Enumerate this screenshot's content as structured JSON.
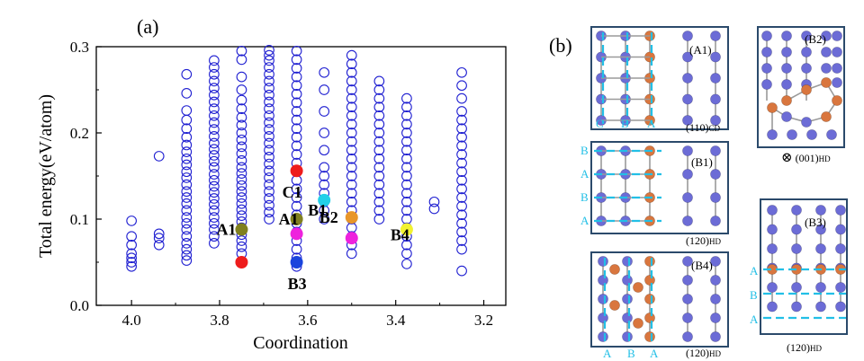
{
  "figure": {
    "panel_a_label": "(a)",
    "panel_b_label": "(b)"
  },
  "chart_data": {
    "type": "scatter",
    "xlabel": "Coordination",
    "ylabel": "Total energy(eV/atom)",
    "x_reversed": true,
    "xlim": [
      3.15,
      4.08
    ],
    "ylim": [
      0.0,
      0.3
    ],
    "x_ticks": [
      "4.0",
      "3.8",
      "3.6",
      "3.4",
      "3.2"
    ],
    "y_ticks": [
      "0.0",
      "0.1",
      "0.2",
      "0.3"
    ],
    "x_tick_values": [
      4.0,
      3.8,
      3.6,
      3.4,
      3.2
    ],
    "y_tick_values": [
      0.0,
      0.1,
      0.2,
      0.3
    ],
    "marker_color": "#1f1fd1",
    "columns": [
      {
        "x": 4.0,
        "y": [
          0.045,
          0.05,
          0.055,
          0.06,
          0.07,
          0.08,
          0.098
        ]
      },
      {
        "x": 3.9375,
        "y": [
          0.07,
          0.078,
          0.083,
          0.173
        ]
      },
      {
        "x": 3.875,
        "y": [
          0.052,
          0.058,
          0.065,
          0.072,
          0.08,
          0.088,
          0.095,
          0.102,
          0.11,
          0.118,
          0.125,
          0.132,
          0.14,
          0.148,
          0.155,
          0.163,
          0.17,
          0.178,
          0.186,
          0.195,
          0.205,
          0.215,
          0.226,
          0.246,
          0.268
        ]
      },
      {
        "x": 3.8125,
        "y": [
          0.072,
          0.08,
          0.088,
          0.095,
          0.102,
          0.11,
          0.117,
          0.124,
          0.131,
          0.138,
          0.145,
          0.152,
          0.16,
          0.167,
          0.174,
          0.181,
          0.188,
          0.196,
          0.204,
          0.212,
          0.22,
          0.228,
          0.236,
          0.244,
          0.252,
          0.26,
          0.268,
          0.276,
          0.284
        ]
      },
      {
        "x": 3.75,
        "y": [
          0.06,
          0.068,
          0.075,
          0.082,
          0.09,
          0.097,
          0.104,
          0.111,
          0.118,
          0.125,
          0.132,
          0.139,
          0.146,
          0.153,
          0.16,
          0.168,
          0.176,
          0.184,
          0.192,
          0.2,
          0.209,
          0.218,
          0.228,
          0.238,
          0.25,
          0.265,
          0.285,
          0.295
        ]
      },
      {
        "x": 3.6875,
        "y": [
          0.1,
          0.108,
          0.116,
          0.124,
          0.132,
          0.14,
          0.148,
          0.156,
          0.164,
          0.172,
          0.18,
          0.188,
          0.196,
          0.204,
          0.212,
          0.22,
          0.228,
          0.236,
          0.244,
          0.252,
          0.26,
          0.268,
          0.276,
          0.284,
          0.29,
          0.296
        ]
      },
      {
        "x": 3.625,
        "y": [
          0.045,
          0.055,
          0.065,
          0.075,
          0.085,
          0.095,
          0.105,
          0.115,
          0.125,
          0.135,
          0.145,
          0.155,
          0.165,
          0.175,
          0.185,
          0.195,
          0.205,
          0.215,
          0.225,
          0.235,
          0.245,
          0.255,
          0.265,
          0.275,
          0.285,
          0.295
        ]
      },
      {
        "x": 3.5625,
        "y": [
          0.1,
          0.11,
          0.12,
          0.13,
          0.14,
          0.15,
          0.16,
          0.18,
          0.2,
          0.225,
          0.25,
          0.27
        ]
      },
      {
        "x": 3.5,
        "y": [
          0.06,
          0.07,
          0.08,
          0.09,
          0.1,
          0.11,
          0.12,
          0.13,
          0.14,
          0.15,
          0.16,
          0.17,
          0.18,
          0.19,
          0.2,
          0.21,
          0.22,
          0.23,
          0.24,
          0.25,
          0.26,
          0.27,
          0.28,
          0.29
        ]
      },
      {
        "x": 3.4375,
        "y": [
          0.1,
          0.11,
          0.12,
          0.13,
          0.14,
          0.15,
          0.16,
          0.17,
          0.18,
          0.19,
          0.2,
          0.21,
          0.22,
          0.23,
          0.24,
          0.25,
          0.26
        ]
      },
      {
        "x": 3.375,
        "y": [
          0.048,
          0.06,
          0.07,
          0.08,
          0.09,
          0.1,
          0.11,
          0.12,
          0.13,
          0.14,
          0.15,
          0.16,
          0.17,
          0.18,
          0.19,
          0.2,
          0.21,
          0.22,
          0.23,
          0.24
        ]
      },
      {
        "x": 3.3125,
        "y": [
          0.112,
          0.12
        ]
      },
      {
        "x": 3.25,
        "y": [
          0.04,
          0.065,
          0.075,
          0.085,
          0.095,
          0.105,
          0.115,
          0.125,
          0.135,
          0.145,
          0.155,
          0.165,
          0.175,
          0.185,
          0.195,
          0.205,
          0.215,
          0.225,
          0.24,
          0.255,
          0.27
        ]
      }
    ],
    "highlights": [
      {
        "label": "C1",
        "x": 3.625,
        "y": 0.156,
        "color": "#ee1c1c",
        "label_dx": -16,
        "label_dy": 30
      },
      {
        "label": "B1",
        "x": 3.5625,
        "y": 0.122,
        "color": "#22d0e8",
        "label_dx": -18,
        "label_dy": 17
      },
      {
        "label": "A1",
        "x": 3.75,
        "y": 0.088,
        "color": "#808020",
        "label_dx": -28,
        "label_dy": 6
      },
      {
        "label": "A1",
        "x": 3.625,
        "y": 0.1,
        "color": "#808020",
        "label_dx": -20,
        "label_dy": 6
      },
      {
        "label": "B2",
        "x": 3.5,
        "y": 0.102,
        "color": "#e8962a",
        "label_dx": -36,
        "label_dy": 6
      },
      {
        "label": "B4",
        "x": 3.375,
        "y": 0.088,
        "color": "#f2f230",
        "label_dx": -18,
        "label_dy": 12
      },
      {
        "label": "B3",
        "x": 3.625,
        "y": 0.05,
        "color": "#1a44dd",
        "label_dx": -10,
        "label_dy": 30
      },
      {
        "label": "",
        "x": 3.75,
        "y": 0.05,
        "color": "#ee1c1c"
      },
      {
        "label": "",
        "x": 3.625,
        "y": 0.083,
        "color": "#ee22dd"
      },
      {
        "label": "",
        "x": 3.5,
        "y": 0.078,
        "color": "#ee22dd"
      }
    ]
  },
  "structures": [
    {
      "id": "A1",
      "label": "(A1)",
      "plane": "(110)",
      "plane_sub": "CD",
      "stack": [
        "C",
        "B",
        "A"
      ]
    },
    {
      "id": "B2",
      "label": "(B2)",
      "plane": "(001)",
      "plane_sub": "HD",
      "symbol": "⊗"
    },
    {
      "id": "B1",
      "label": "(B1)",
      "plane": "(120)",
      "plane_sub": "HD",
      "stack": [
        "B",
        "A",
        "B",
        "A"
      ]
    },
    {
      "id": "B3",
      "label": "(B3)",
      "plane": "(120)",
      "plane_sub": "HD",
      "stack": [
        "A",
        "B",
        "A"
      ]
    },
    {
      "id": "B4",
      "label": "(B4)",
      "plane": "(120)",
      "plane_sub": "HD",
      "stack": [
        "A",
        "B",
        "A"
      ]
    }
  ],
  "colors": {
    "atom_blue": "#6c6cd6",
    "atom_orange": "#d9763e",
    "frame": "#2b4a6b",
    "stack_line": "#22bfe6"
  }
}
